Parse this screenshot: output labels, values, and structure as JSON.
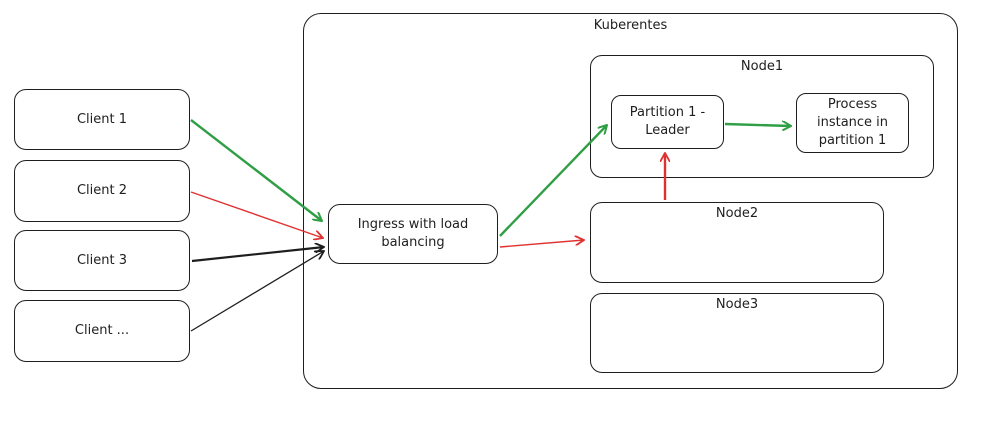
{
  "cluster": {
    "label": "Kuberentes"
  },
  "clients": [
    {
      "label": "Client 1"
    },
    {
      "label": "Client 2"
    },
    {
      "label": "Client 3"
    },
    {
      "label": "Client ..."
    }
  ],
  "ingress": {
    "label": "Ingress with load\nbalancing"
  },
  "nodes": [
    {
      "label": "Node1"
    },
    {
      "label": "Node2"
    },
    {
      "label": "Node3"
    }
  ],
  "partition": {
    "label": "Partition 1 -\nLeader"
  },
  "process": {
    "label": "Process\ninstance in\npartition 1"
  },
  "colors": {
    "green": "#2f9e44",
    "red": "#e03131",
    "black": "#1e1e1e"
  }
}
